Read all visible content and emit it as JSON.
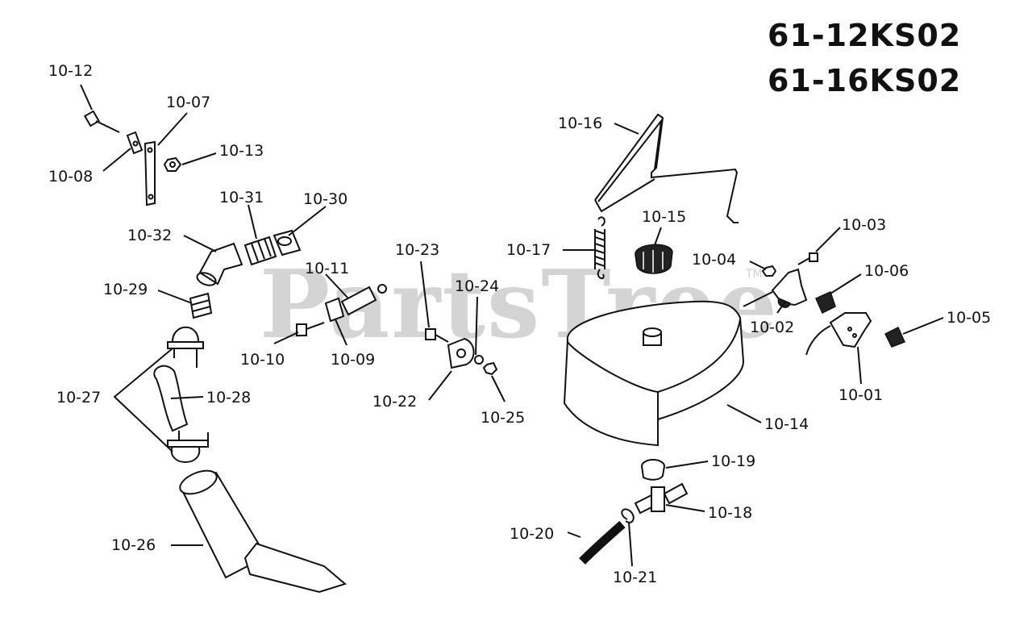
{
  "model_numbers": [
    "61-12KS02",
    "61-16KS02"
  ],
  "watermark": "PartsTree",
  "trademark": "TM",
  "callouts": [
    "10-12",
    "10-07",
    "10-13",
    "10-08",
    "10-31",
    "10-30",
    "10-32",
    "10-29",
    "10-11",
    "10-10",
    "10-09",
    "10-27",
    "10-28",
    "10-26",
    "10-23",
    "10-24",
    "10-22",
    "10-25",
    "10-16",
    "10-17",
    "10-15",
    "10-04",
    "10-03",
    "10-06",
    "10-02",
    "10-05",
    "10-01",
    "10-14",
    "10-19",
    "10-18",
    "10-20",
    "10-21"
  ],
  "colors": {
    "line": "#111111",
    "watermark": "#d4d4d4",
    "background": "#ffffff"
  }
}
